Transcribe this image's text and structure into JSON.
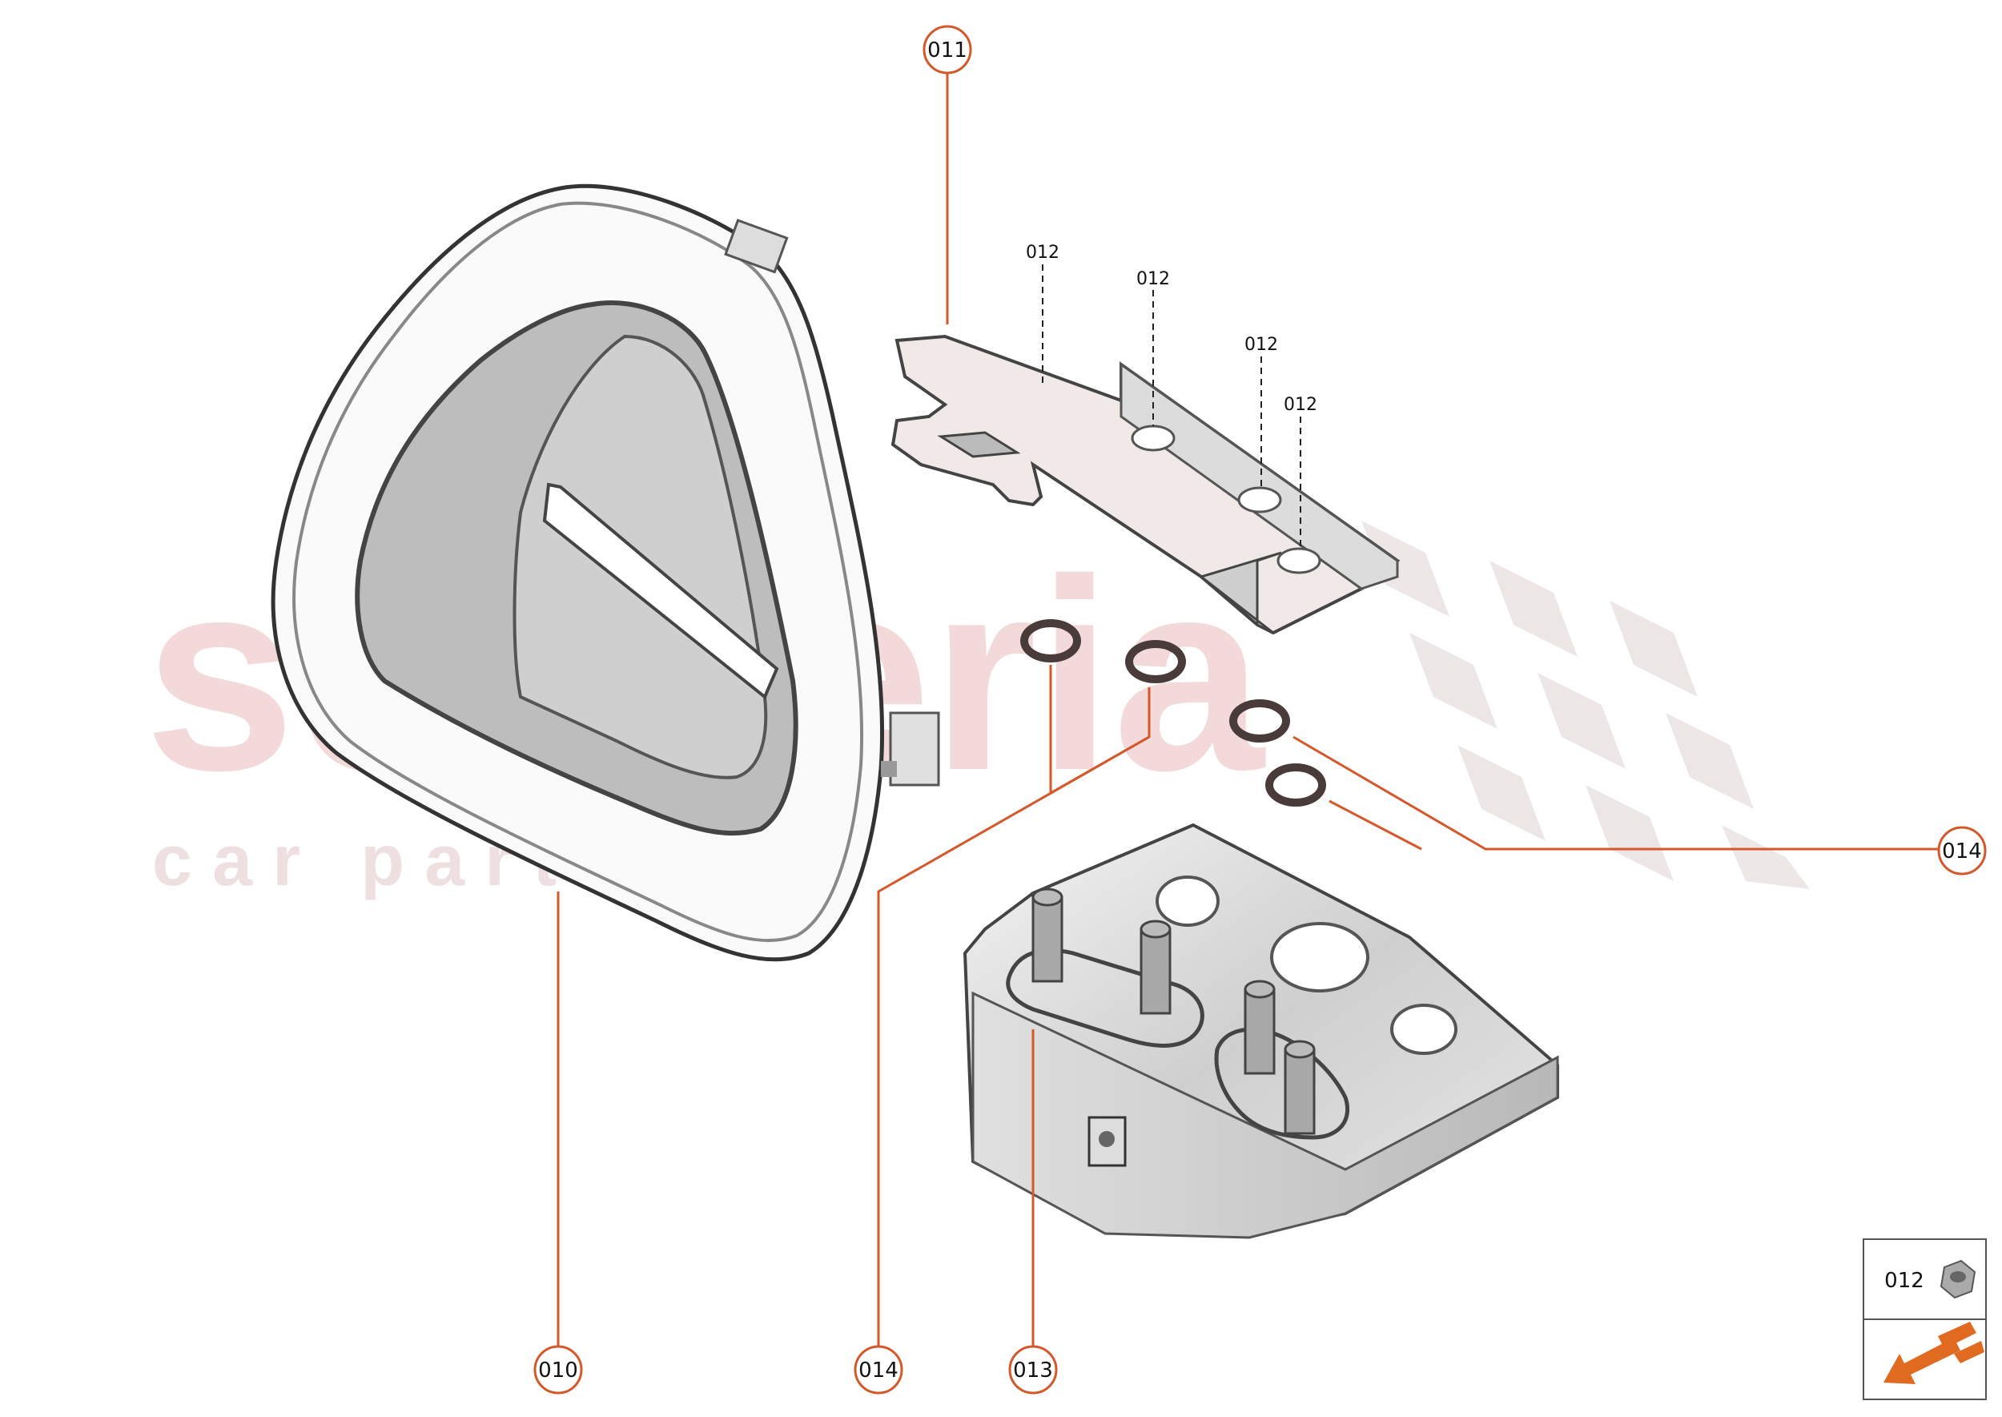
{
  "watermark": {
    "brand": "scuderia",
    "sub": "c a r   p a r t s"
  },
  "callouts": [
    {
      "id": "callout-010",
      "label": "010"
    },
    {
      "id": "callout-011",
      "label": "011"
    },
    {
      "id": "callout-013",
      "label": "013"
    },
    {
      "id": "callout-014-bottom",
      "label": "014"
    },
    {
      "id": "callout-014-right",
      "label": "014"
    }
  ],
  "small_labels": [
    "012",
    "012",
    "012",
    "012"
  ],
  "legend": {
    "part_label": "012",
    "part_icon": "hex-nut-icon",
    "nav_icon": "orange-arrow-icon"
  },
  "colors": {
    "accent": "#d4582a",
    "watermark": "#f2d6d6",
    "part_fill": "#d9d9d9"
  }
}
